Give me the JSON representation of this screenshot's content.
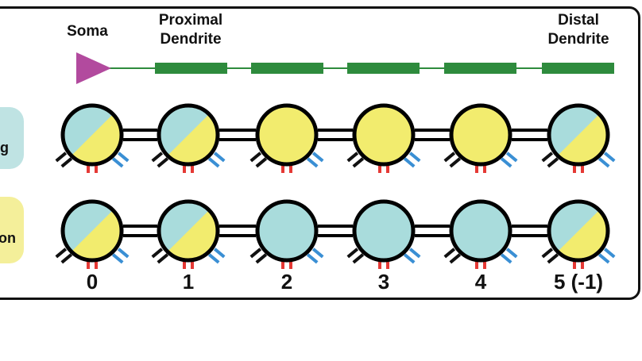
{
  "labels": {
    "soma": "Soma",
    "proximal_line1": "Proximal",
    "proximal_line2": "Dendrite",
    "distal_line1": "Distal",
    "distal_line2": "Dendrite"
  },
  "side_labels": {
    "row1_fragment": "g",
    "row2_fragment": "on"
  },
  "compartments": [
    {
      "index_label": "0",
      "row1": "split",
      "row2": "split"
    },
    {
      "index_label": "1",
      "row1": "split",
      "row2": "split"
    },
    {
      "index_label": "2",
      "row1": "yellow",
      "row2": "cyan"
    },
    {
      "index_label": "3",
      "row1": "yellow",
      "row2": "cyan"
    },
    {
      "index_label": "4",
      "row1": "yellow",
      "row2": "cyan"
    },
    {
      "index_label": "5 (-1)",
      "row1": "split",
      "row2": "split"
    }
  ],
  "colors": {
    "yellow": "#f2ec6e",
    "cyan": "#a9dcdc",
    "dendrite_green": "#2e8b3d",
    "soma_magenta": "#b24a9e",
    "channel_red": "#e53935",
    "channel_blue": "#3a8fd4",
    "pill_cyan": "#bfe3e3",
    "pill_yellow": "#f4ef9a"
  }
}
